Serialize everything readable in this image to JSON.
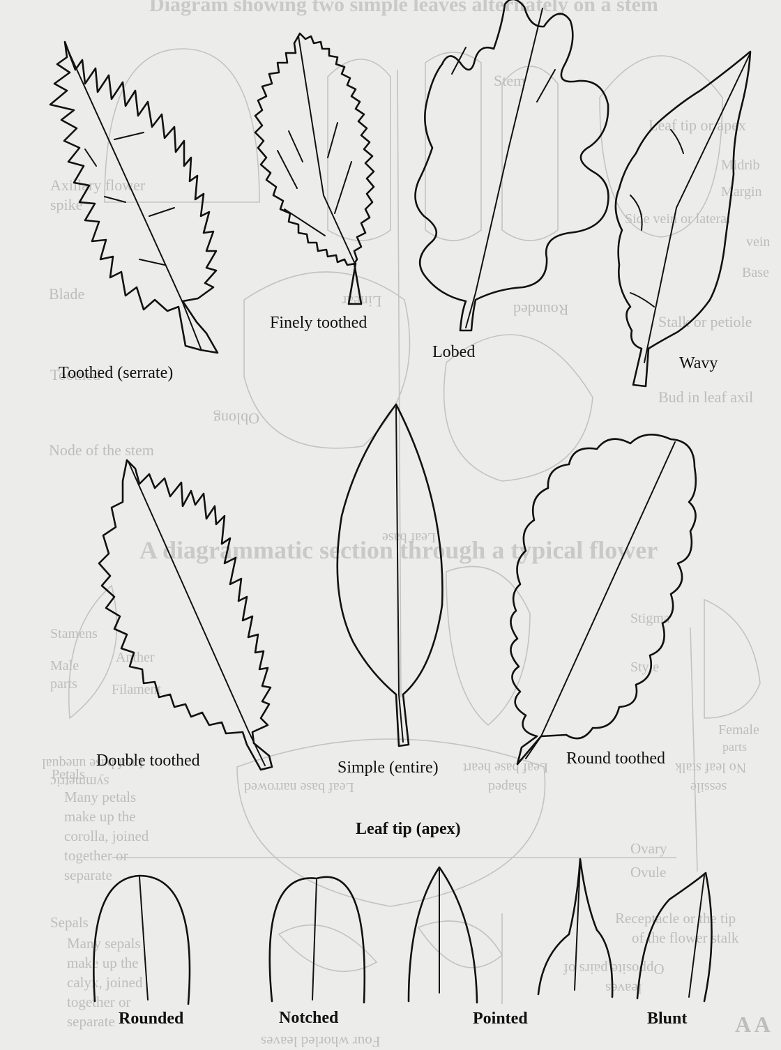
{
  "leaf_labels": {
    "toothed": "Toothed (serrate)",
    "finely_toothed": "Finely toothed",
    "lobed": "Lobed",
    "wavy": "Wavy",
    "double_toothed": "Double toothed",
    "simple": "Simple (entire)",
    "round_toothed": "Round toothed"
  },
  "tip_section": {
    "title": "Leaf tip (apex)",
    "labels": {
      "rounded": "Rounded",
      "notched": "Notched",
      "pointed": "Pointed",
      "blunt": "Blunt"
    }
  },
  "show_through": {
    "top_heading": "Diagram showing two simple leaves alternately on a stem",
    "flower_heading": "A diagrammatic section through a typical flower",
    "labels": [
      "Stem",
      "Leaf tip or apex",
      "Midrib",
      "Margin",
      "Side vein or lateral",
      "vein",
      "Base",
      "Stalk or petiole",
      "Bud in leaf axil",
      "Axillary flower",
      "spike",
      "Blade",
      "Linear",
      "Rounded",
      "Toothed",
      "Oblong",
      "Node of the stem",
      "Leaf base",
      "Stamens",
      "Male",
      "parts",
      "Anther",
      "Filament",
      "Stigma",
      "Style",
      "Female",
      "parts",
      "Leaf base unequal",
      "symmetric",
      "Leaf base narrowed",
      "Leaf base heart",
      "shaped",
      "No leaf stalk",
      "sessile",
      "Petals",
      "Many petals",
      "make up the",
      "corolla, joined",
      "together or",
      "separate",
      "Ovary",
      "Ovule",
      "Sepals",
      "Many sepals",
      "make up the",
      "calyx, joined",
      "together or",
      "separate",
      "Receptacle or the tip",
      "of the flower stalk",
      "Opposite pairs of",
      "leaves",
      "Four whorled leaves",
      "A A"
    ]
  }
}
